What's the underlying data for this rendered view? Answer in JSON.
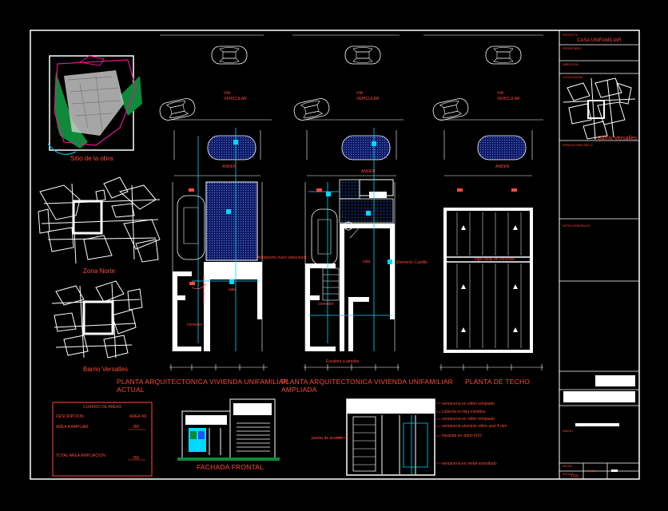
{
  "colors": {
    "background": "#000000",
    "lines": "#ffffff",
    "labels": "#ff4a3a",
    "dims": "#00d8ff",
    "hatch": "#1a55ff",
    "accent": "#e01a8c",
    "green": "#0e8a3a"
  },
  "plans": {
    "actual": {
      "title_line1": "PLANTA ARQUITECTONICA VIVIENDA UNIFAMILIAR",
      "title_line2": "ACTUAL",
      "via": "VIA",
      "vehicular": "VEHICULAR",
      "anden": "ANDEN",
      "room1": "sala",
      "room2": "comedor"
    },
    "ampliada": {
      "title_line1": "PLANTA ARQUITECTONICA VIVIENDA UNIFAMILIAR",
      "title_line2": "AMPLIADA",
      "via": "VIA",
      "vehicular": "VEHICULAR",
      "anden": "ANDEN",
      "room1": "sala",
      "room2": "comedor",
      "note_muro": "Antepecho muro estructural",
      "note_castillo": "Elemento Castillo",
      "note_escalera": "Escalera a ampliar"
    },
    "techo": {
      "title": "PLANTA DE TECHO",
      "via": "VIA",
      "vehicular": "VEHICULAR",
      "anden": "ANDEN",
      "note": "viga canal en concreto"
    }
  },
  "locations": {
    "sitio": "Sitio de la obra",
    "zona": "Zona Norte",
    "barrio": "Barrio Versalles"
  },
  "areas": {
    "title": "CUADRO DE AREAS",
    "col_desc": "DESCRIPCION",
    "col_area": "AREA M2",
    "rows": [
      {
        "label": "AREA A AMPLIAR",
        "value": "250"
      },
      {
        "label": "TOTAL AREA AMPLIACION",
        "value": "250"
      }
    ]
  },
  "fachada": {
    "title": "FACHADA FRONTAL"
  },
  "section": {
    "notes": [
      "ventanería en vidrio templado",
      "cubierta en teja metálica",
      "ventanería en vidrio templado",
      "ventanería aluminio vidrio azul 4 mm",
      "baranda en vidrio 6/10"
    ],
    "left_note": "puerta de acceso",
    "bottom_note": "ventanería en metal esmaltado"
  },
  "title_block": {
    "proyecto_label": "PROYECTO",
    "proyecto": "CASA UNIFAMILIAR",
    "propietario_label": "PROPIETARIO",
    "direccion_label": "DIRECCION",
    "localizacion_label": "LOCALIZACION",
    "barrio": "Barrio Versalles",
    "espacio_label": "ESPACIO PARA SELLO",
    "notas_label": "NOTAS GENERALES",
    "dibujo_label": "DIBUJO",
    "fecha_label": "FECHA",
    "escala_label": "ESCALA",
    "plano_label": "PLANO",
    "escala": "1:50"
  }
}
